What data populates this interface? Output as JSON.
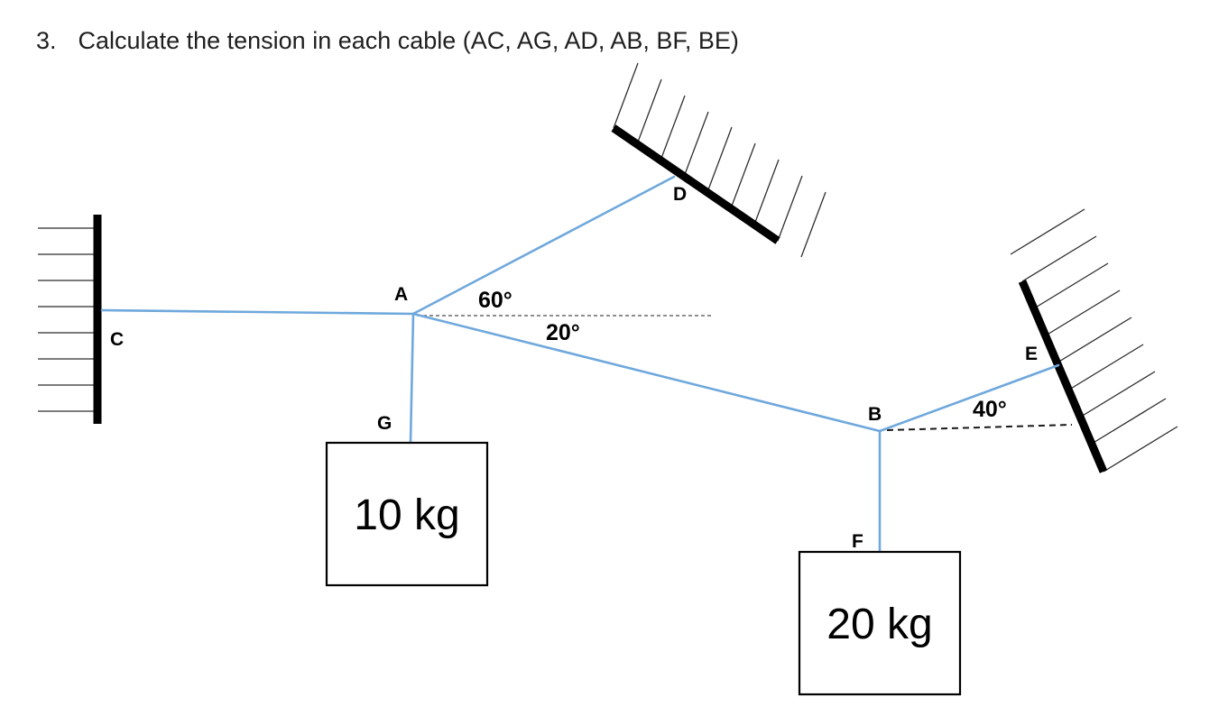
{
  "problem": {
    "number": "3.",
    "text": "Calculate the tension in each cable (AC, AG, AD, AB, BF, BE)"
  },
  "diagram": {
    "points": {
      "A": "A",
      "B": "B",
      "C": "C",
      "D": "D",
      "E": "E",
      "F": "F",
      "G": "G"
    },
    "angles": {
      "AD_from_horizontal": "60°",
      "AB_from_horizontal": "20°",
      "BE_from_horizontal": "40°"
    },
    "weights": {
      "left_box": "10 kg",
      "right_box": "20 kg"
    },
    "colors": {
      "cable": "#6fa8dc",
      "wall": "#000000",
      "text": "#000000"
    }
  }
}
